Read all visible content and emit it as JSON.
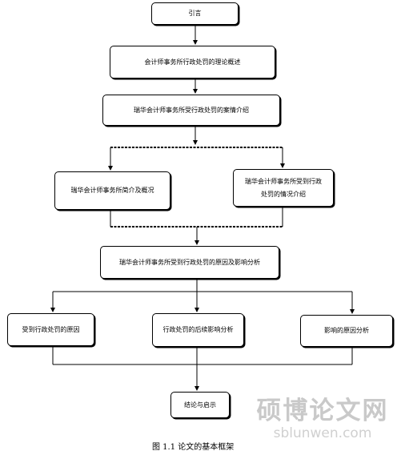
{
  "boxes": {
    "intro": "引言",
    "theory": "会计师事务所行政处罚的理论概述",
    "case": "瑞华会计师事务所受行政处罚的案情介绍",
    "overview": "瑞华会计师事务所简介及概况",
    "penalty_situation": "瑞华会计师事务所受到行政处罚的情况介绍",
    "analysis": "瑞华会计师事务所受到行政处罚的原因及影响分析",
    "reasons": "受到行政处罚的原因",
    "followup": "行政处罚的后续影响分析",
    "impact_reasons": "影响的原因分析",
    "conclusion": "结论与启示"
  },
  "caption": "图 1.1 论文的基本框架",
  "watermark": {
    "chinese": "硕博论文网",
    "url": "sblunwen.com"
  }
}
